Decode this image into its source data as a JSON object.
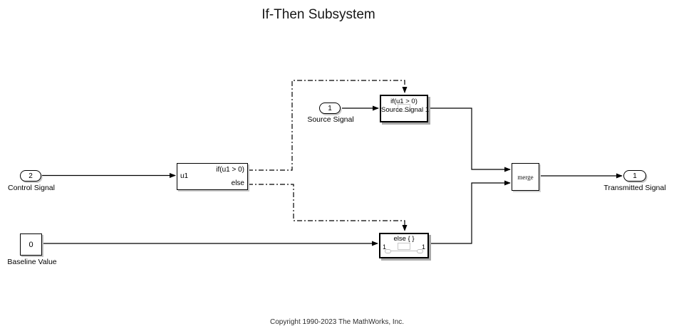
{
  "title": "If-Then Subsystem",
  "copyright": "Copyright 1990-2023 The MathWorks, Inc.",
  "blocks": {
    "control_inport": {
      "port": "2",
      "label": "Control Signal"
    },
    "source_inport": {
      "port": "1",
      "label": "Source Signal"
    },
    "baseline_constant": {
      "value": "0",
      "label": "Baseline Value"
    },
    "if_block": {
      "input": "u1",
      "out_if": "if(u1 > 0)",
      "out_else": "else"
    },
    "if_subsystem": {
      "line1": "if(u1 > 0)",
      "line2": "Source Signal 1"
    },
    "else_subsystem": {
      "header": "else { }",
      "in_port": "1",
      "out_port": "1"
    },
    "merge": {
      "label": "merge"
    },
    "outport": {
      "port": "1",
      "label": "Transmitted Signal"
    }
  },
  "colors": {
    "background": "#ffffff",
    "wire": "#000000",
    "block_border": "#000000",
    "shadow": "#a8a8a8",
    "preview": "#c6c6c6"
  }
}
